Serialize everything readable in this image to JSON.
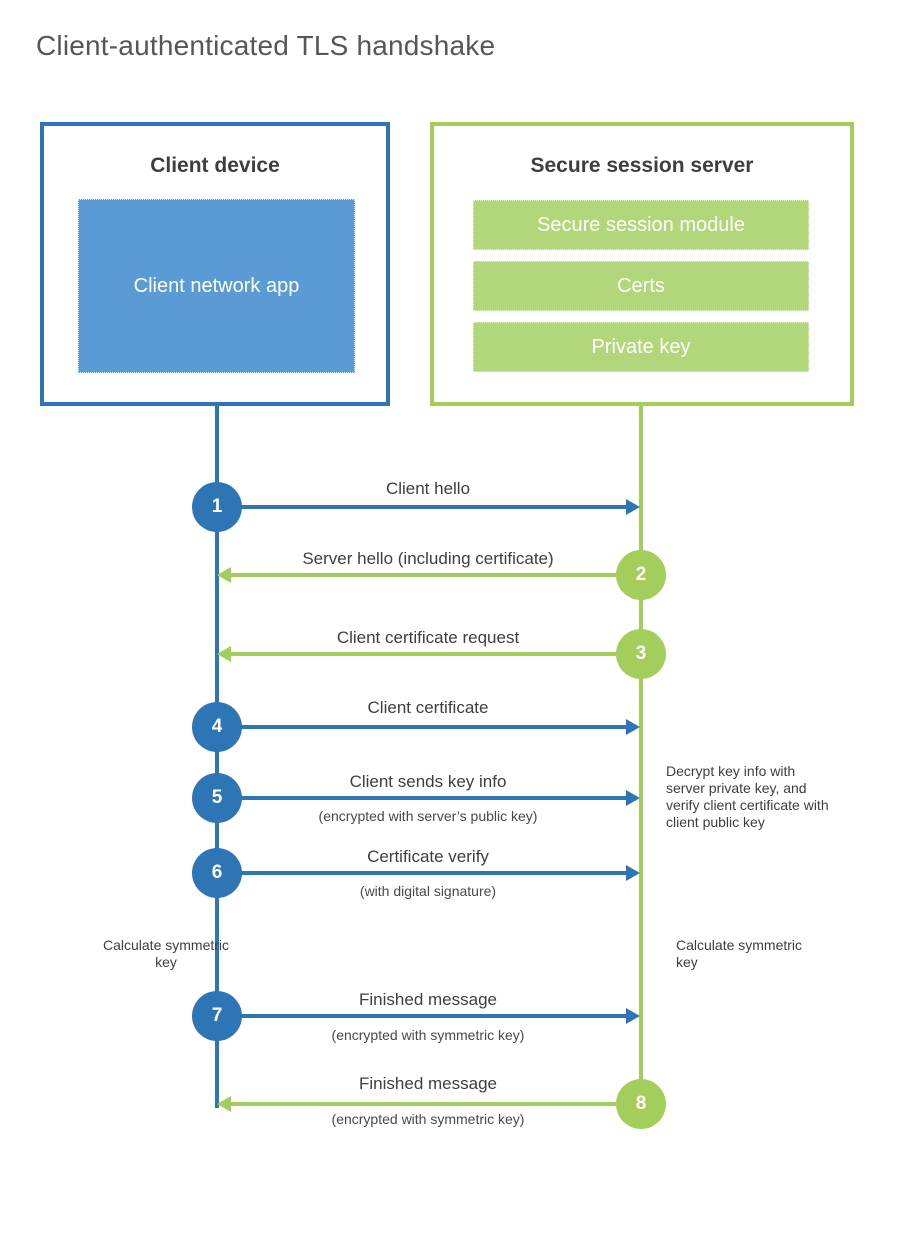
{
  "title": "Client-authenticated TLS handshake",
  "colors": {
    "blue": "#2e75b6",
    "blue_fill": "#5b9bd5",
    "green": "#a3ce5c",
    "green_fill": "#b2d77b",
    "title_gray": "#55565a"
  },
  "client": {
    "title": "Client device",
    "app_label": "Client network app"
  },
  "server": {
    "title": "Secure session server",
    "modules": [
      "Secure session module",
      "Certs",
      "Private key"
    ]
  },
  "steps": [
    {
      "num": "1",
      "label": "Client hello",
      "sublabel": "",
      "direction": "client-to-server"
    },
    {
      "num": "2",
      "label": "Server hello (including certificate)",
      "sublabel": "",
      "direction": "server-to-client"
    },
    {
      "num": "3",
      "label": "Client certificate request",
      "sublabel": "",
      "direction": "server-to-client"
    },
    {
      "num": "4",
      "label": "Client certificate",
      "sublabel": "",
      "direction": "client-to-server"
    },
    {
      "num": "5",
      "label": "Client sends key info",
      "sublabel": "(encrypted with server’s public key)",
      "direction": "client-to-server"
    },
    {
      "num": "6",
      "label": "Certificate verify",
      "sublabel": "(with digital signature)",
      "direction": "client-to-server"
    },
    {
      "num": "7",
      "label": "Finished message",
      "sublabel": "(encrypted with symmetric key)",
      "direction": "client-to-server"
    },
    {
      "num": "8",
      "label": "Finished message",
      "sublabel": "(encrypted with symmetric key)",
      "direction": "server-to-client"
    }
  ],
  "notes": {
    "decrypt": "Decrypt key info with server private key, and verify client certificate with client public key",
    "calc_left": "Calculate symmetric key",
    "calc_right": "Calculate symmetric key"
  }
}
